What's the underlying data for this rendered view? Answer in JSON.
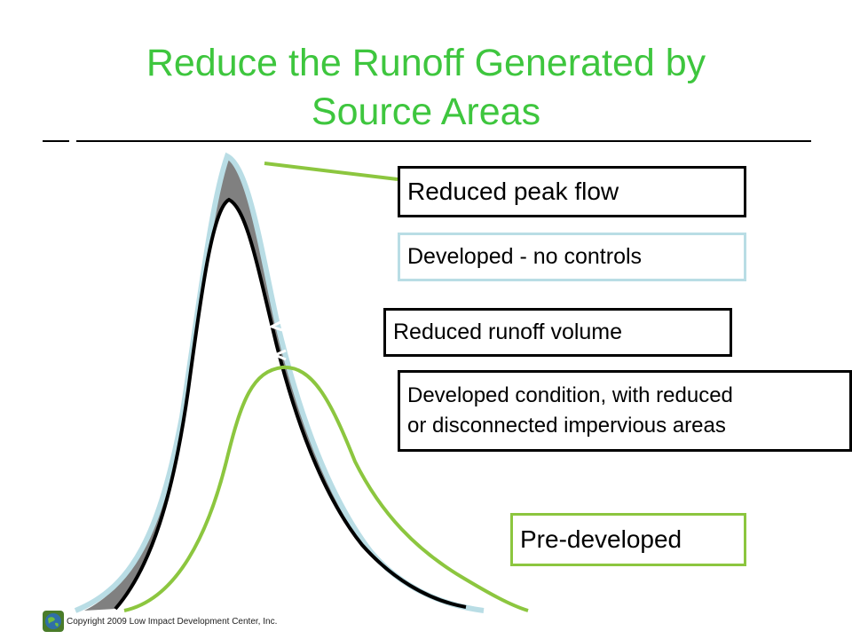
{
  "title": "Reduce the Runoff Generated by\nSource Areas",
  "labels": {
    "reduced_peak_flow": "Reduced peak flow",
    "developed_no_controls": "Developed - no controls",
    "reduced_runoff_volume": "Reduced runoff volume",
    "developed_condition": "Developed condition, with reduced\nor disconnected impervious areas",
    "pre_developed": "Pre-developed"
  },
  "footer": {
    "copyright": "Copyright 2009 Low Impact Development Center, Inc.",
    "logo_icon": "globe-logo-icon"
  },
  "colors": {
    "title": "#3ec63e",
    "developed_curve": "#b9dde5",
    "reduced_area": "#808080",
    "predeveloped_curve": "#8cc63f",
    "reduced_curve": "#000000"
  }
}
